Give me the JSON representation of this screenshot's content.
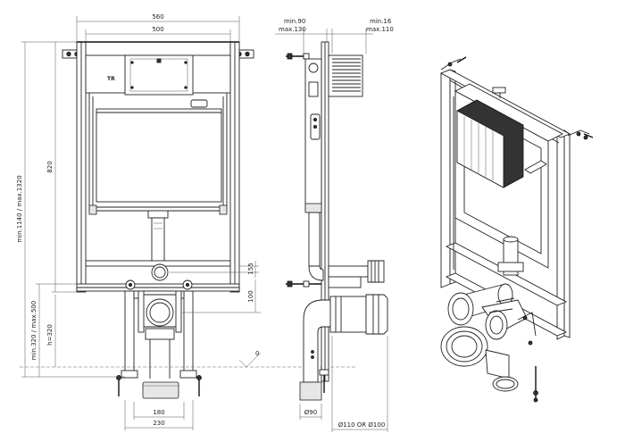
{
  "front_view": {
    "dim_width_outer": "560",
    "dim_width_inner": "500",
    "dim_frame_height": "820",
    "dim_total_height": "min.1140 / max.1320",
    "dim_bottom_height": "min.320 / max.500",
    "dim_h": "h=320",
    "dim_155": "155",
    "dim_100": "100",
    "dim_180": "180",
    "dim_230": "230",
    "brand_mark": "TR"
  },
  "side_view": {
    "dim_min90": "min.90",
    "dim_max130": "max.130",
    "dim_min16": "min.16",
    "dim_max110": "max.110",
    "dim_pipe_90": "Ø90",
    "dim_pipe_110": "Ø110 OR Ø100",
    "floor_marker": "0"
  }
}
